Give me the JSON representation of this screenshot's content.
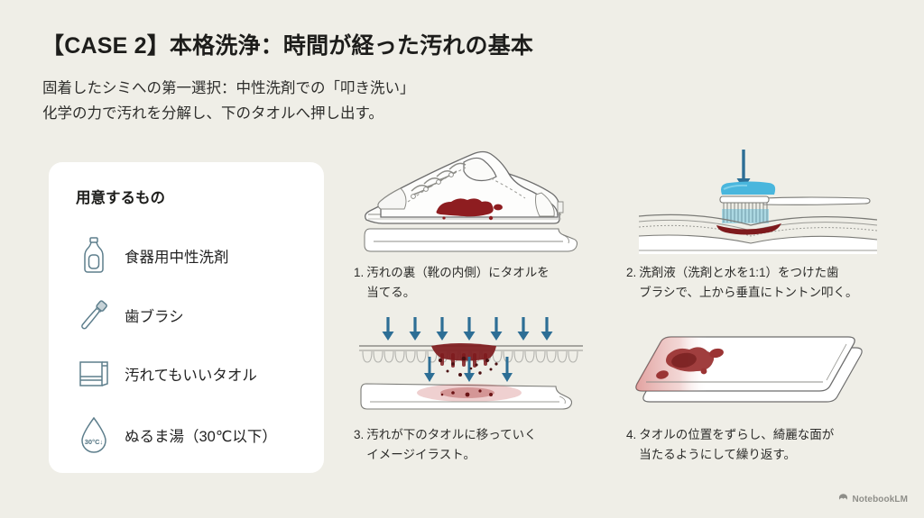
{
  "slide": {
    "title": "【CASE 2】本格洗浄：時間が経った汚れの基本",
    "subtitle_line1": "固着したシミへの第一選択：中性洗剤での「叩き洗い」",
    "subtitle_line2": "化学の力で汚れを分解し、下のタオルへ押し出す。",
    "background_color": "#efeee7"
  },
  "supplies_card": {
    "title": "用意するもの",
    "items": [
      {
        "icon": "detergent-bottle-icon",
        "label": "食器用中性洗剤"
      },
      {
        "icon": "toothbrush-icon",
        "label": "歯ブラシ"
      },
      {
        "icon": "folded-towel-icon",
        "label": "汚れてもいいタオル"
      },
      {
        "icon": "water-drop-icon",
        "label": "ぬるま湯（30℃以下）",
        "drop_text": "30°C↓"
      }
    ]
  },
  "panels": [
    {
      "number": "1.",
      "caption_line1": "汚れの裏（靴の内側）にタオルを",
      "caption_line2": "当てる。",
      "art": "sneaker-with-stain-on-towel"
    },
    {
      "number": "2.",
      "caption_line1": "洗剤液（洗剤と水を1:1）をつけた歯",
      "caption_line2": "ブラシで、上から垂直にトントン叩く。",
      "art": "toothbrush-tapping-fabric"
    },
    {
      "number": "3.",
      "caption_line1": "汚れが下のタオルに移っていく",
      "caption_line2": "イメージイラスト。",
      "art": "stain-transfer-diagram"
    },
    {
      "number": "4.",
      "caption_line1": "タオルの位置をずらし、綺麗な面が",
      "caption_line2": "当たるようにして繰り返す。",
      "art": "towel-shift-clean-side"
    }
  ],
  "watermark": {
    "label": "NotebookLM",
    "icon": "notebooklm-icon"
  },
  "colors": {
    "accent_blue": "#2d6e95",
    "stain_red": "#8e1d20",
    "outline_gray": "#6d6d6d",
    "icon_blue_gray": "#5d7e8c",
    "card_white": "#ffffff"
  }
}
